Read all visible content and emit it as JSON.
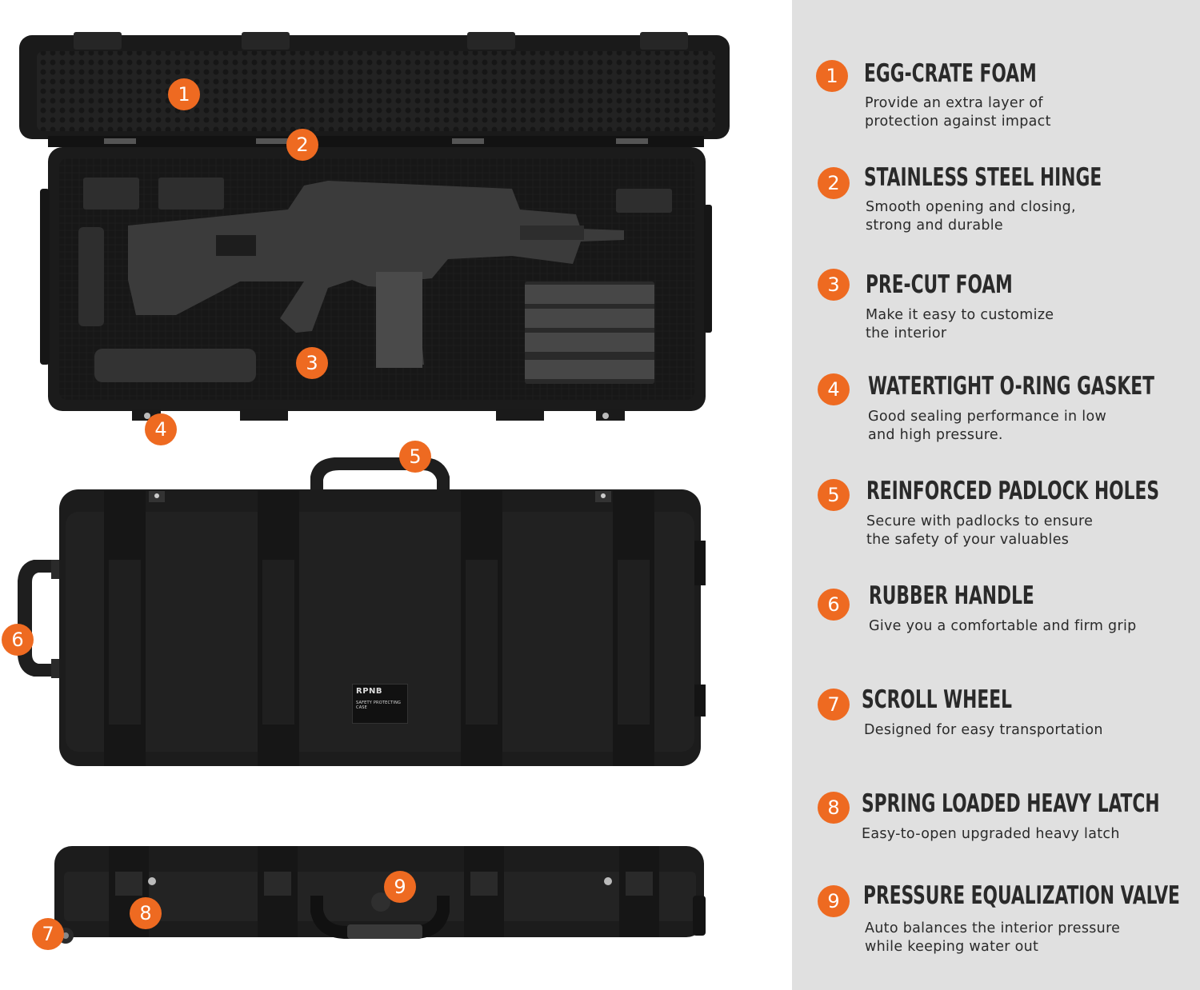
{
  "product": {
    "brand_label": "RPNB",
    "case_label": "SAFETY PROTECTING CASE"
  },
  "colors": {
    "accent": "#ee6a21",
    "panel_bg": "#e0e0e0",
    "text": "#2a2a2a",
    "case_body": "#1c1c1c"
  },
  "callouts": [
    "1",
    "2",
    "3",
    "4",
    "5",
    "6",
    "7",
    "8",
    "9"
  ],
  "features": [
    {
      "num": "1",
      "title": "EGG-CRATE FOAM",
      "desc1": "Provide an extra layer of",
      "desc2": "protection against impact"
    },
    {
      "num": "2",
      "title": "STAINLESS STEEL HINGE",
      "desc1": "Smooth opening and closing,",
      "desc2": "strong and durable"
    },
    {
      "num": "3",
      "title": "PRE-CUT FOAM",
      "desc1": "Make it easy to customize",
      "desc2": "the interior"
    },
    {
      "num": "4",
      "title": "WATERTIGHT O-RING GASKET",
      "desc1": "Good sealing performance in low",
      "desc2": "and high pressure."
    },
    {
      "num": "5",
      "title": "REINFORCED PADLOCK HOLES",
      "desc1": "Secure with padlocks to ensure",
      "desc2": "the safety of your valuables"
    },
    {
      "num": "6",
      "title": "RUBBER HANDLE",
      "desc1": "Give you a comfortable and firm grip",
      "desc2": ""
    },
    {
      "num": "7",
      "title": "SCROLL WHEEL",
      "desc1": "Designed for easy transportation",
      "desc2": ""
    },
    {
      "num": "8",
      "title": "SPRING LOADED HEAVY LATCH",
      "desc1": "Easy-to-open upgraded heavy latch",
      "desc2": ""
    },
    {
      "num": "9",
      "title": "PRESSURE EQUALIZATION VALVE",
      "desc1": "Auto balances the interior pressure",
      "desc2": "while keeping water out"
    }
  ]
}
